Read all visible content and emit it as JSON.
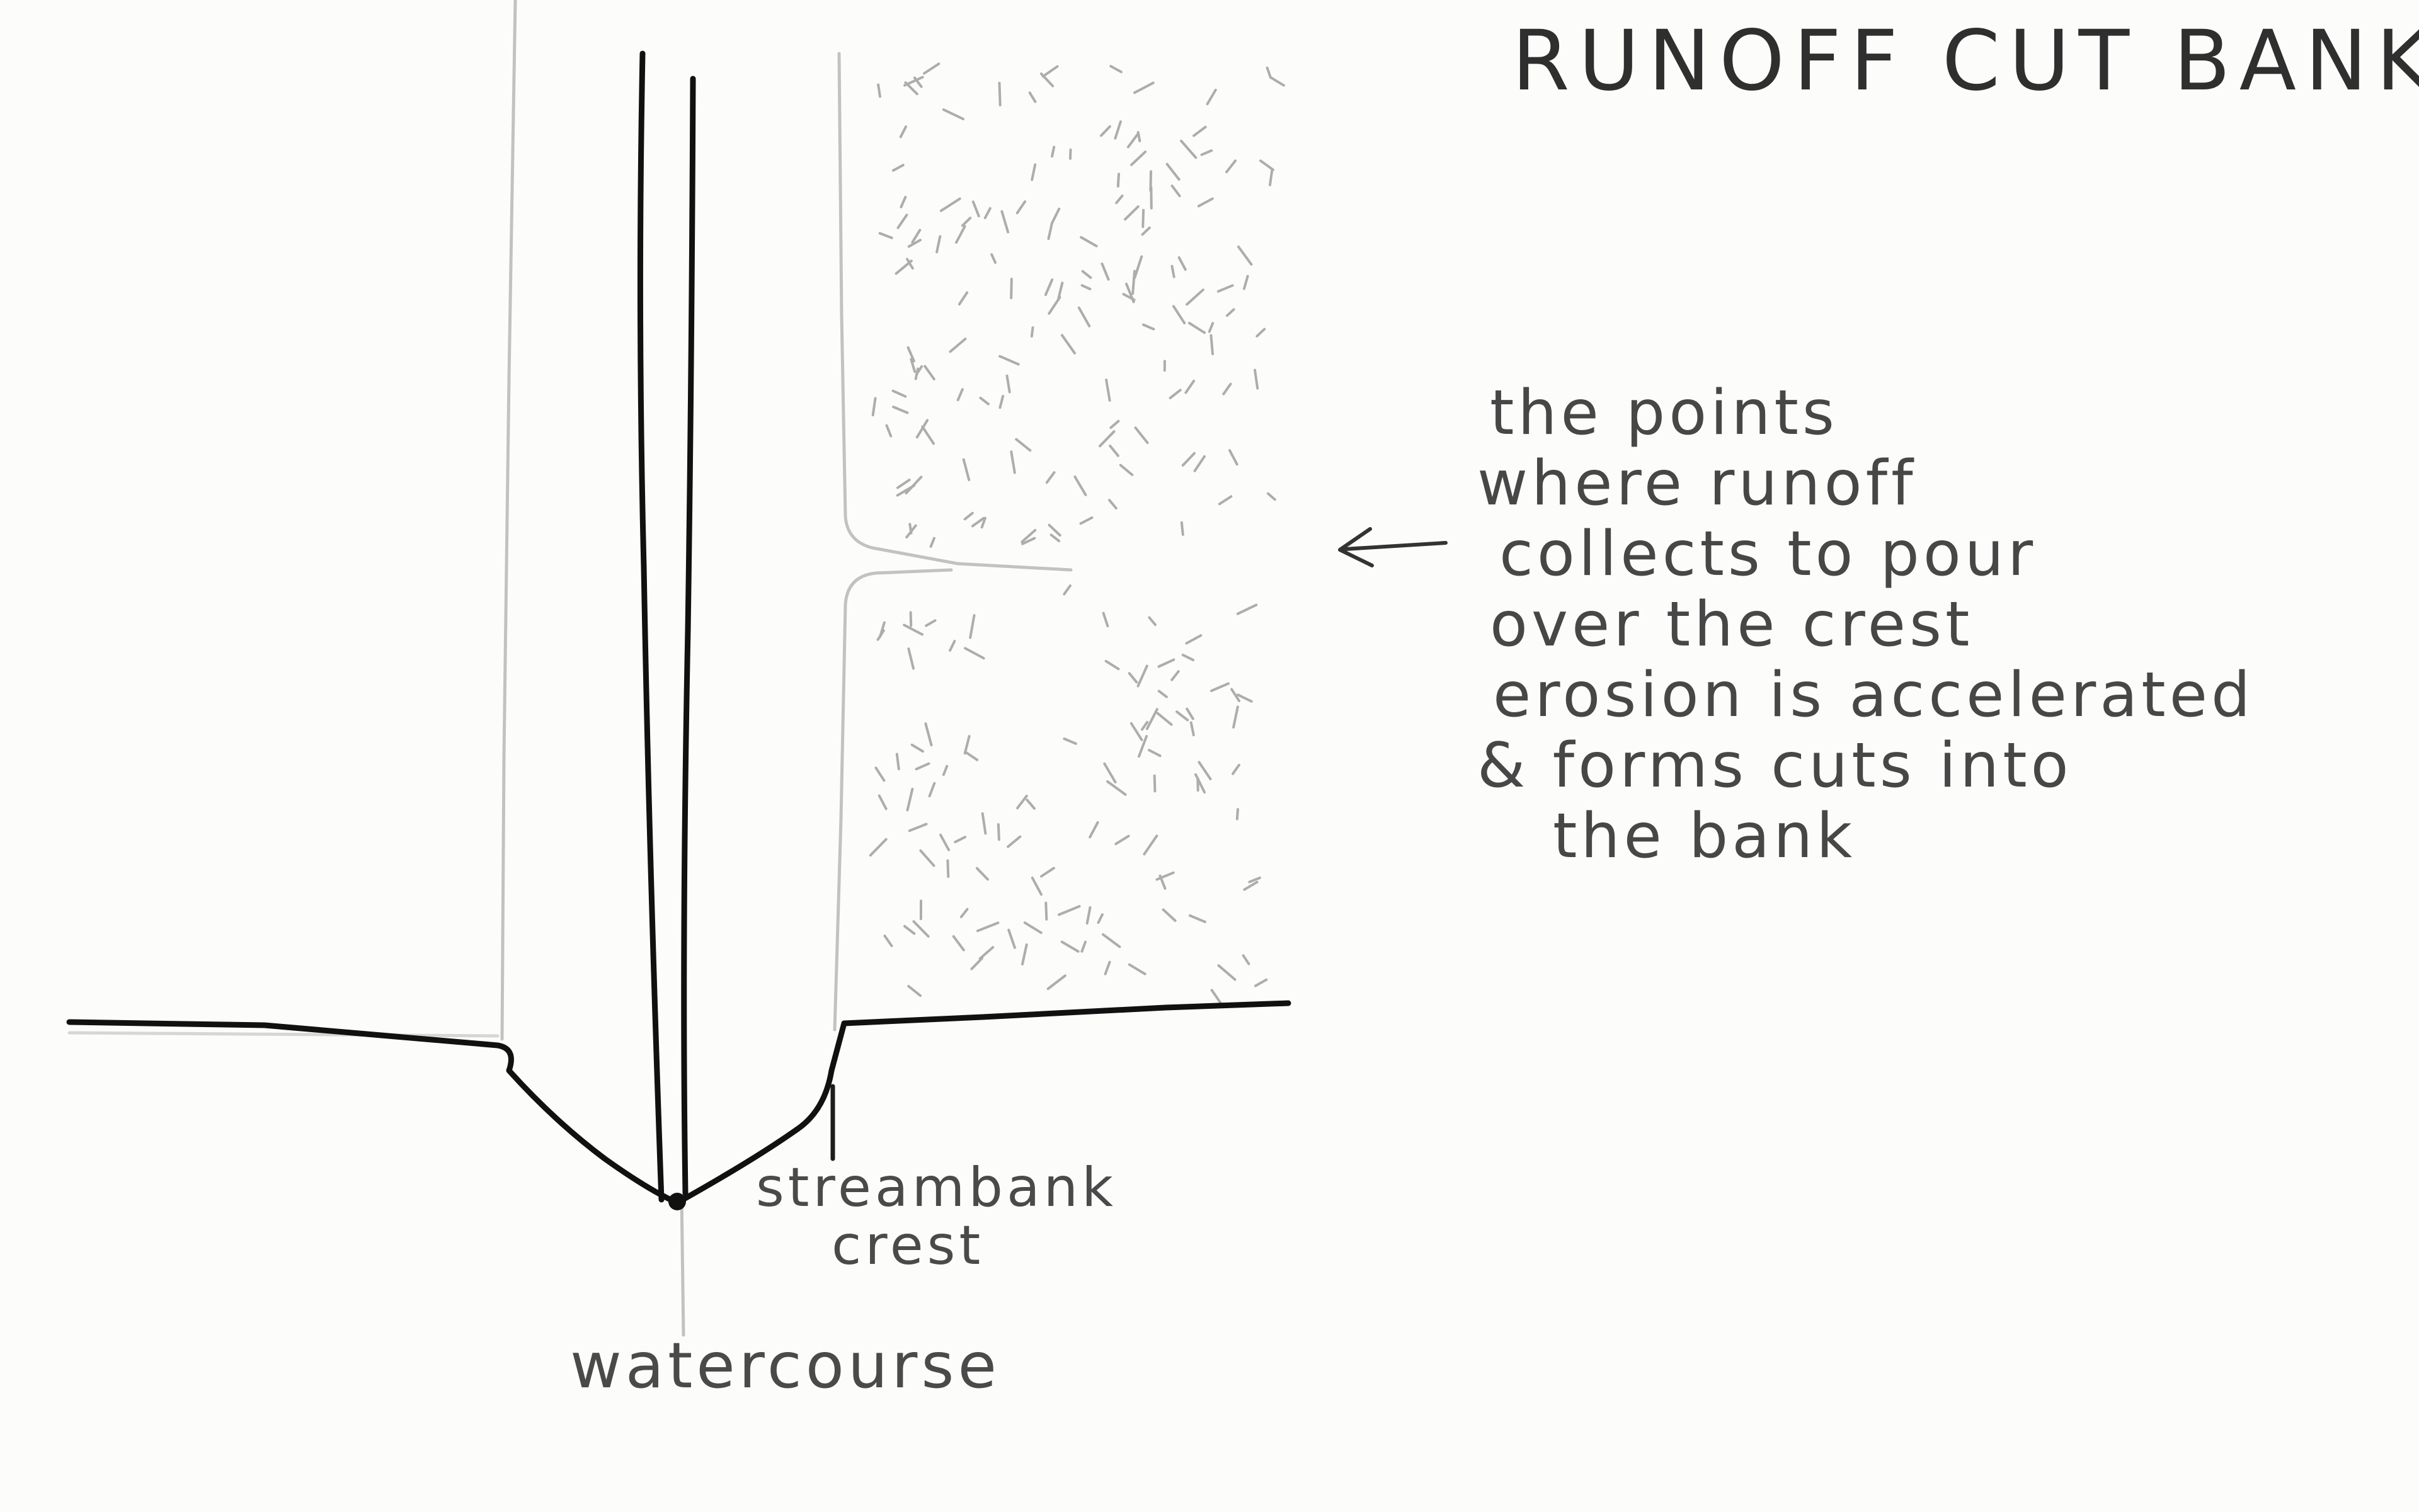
{
  "title": "RUNOFF CUT BANKS",
  "annotation": {
    "lines": [
      "the points",
      "where runoff",
      "collects to pour",
      "over the crest",
      "erosion is accelerated",
      "& forms cuts into",
      "the bank"
    ]
  },
  "labels": {
    "streambank_crest": [
      "streambank",
      "crest"
    ],
    "watercourse": "watercourse"
  },
  "icons": {
    "pointer": "left-arrow-icon"
  },
  "colors": {
    "paper": "#fcfcfb",
    "ink": "#111111",
    "pencil": "#b9b9b9",
    "hatch": "#a8a8a8"
  }
}
